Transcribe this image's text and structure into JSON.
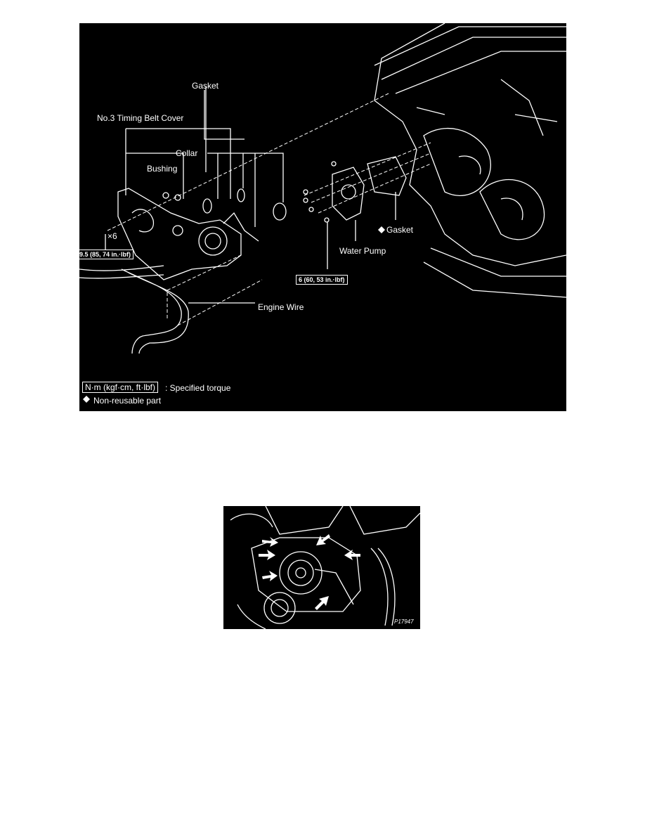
{
  "figure1": {
    "labels": {
      "gasket_top": "Gasket",
      "timing_belt_cover": "No.3 Timing Belt Cover",
      "collar": "Collar",
      "bushing": "Bushing",
      "times_six": "×6",
      "torque_left": "9.5 (85, 74 in.·lbf)",
      "gasket_right": "Gasket",
      "water_pump": "Water Pump",
      "torque_right": "6 (60, 53 in.·lbf)",
      "engine_wire": "Engine Wire"
    },
    "legend": {
      "torque_unit": "N·m (kgf·cm, ft·lbf)",
      "torque_desc": ": Specified torque",
      "non_reusable": "Non-reusable part"
    },
    "colors": {
      "background": "#000000",
      "linework": "#ffffff"
    }
  },
  "figure2": {
    "code": "P17947",
    "colors": {
      "background": "#000000",
      "linework": "#ffffff"
    }
  }
}
